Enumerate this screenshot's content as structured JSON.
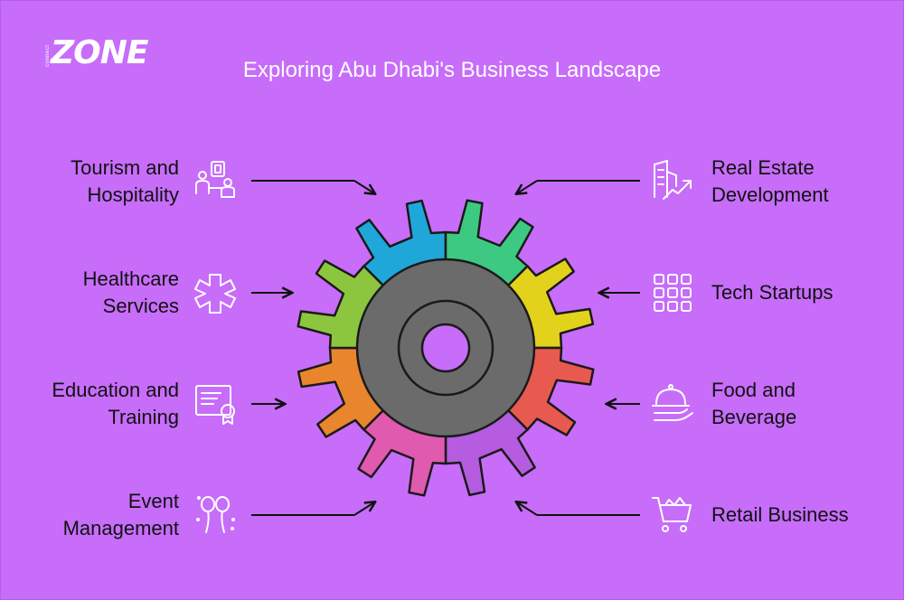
{
  "logo": {
    "small_text": "connect",
    "main_text": "ZONE"
  },
  "title": "Exploring Abu Dhabi's Business Landscape",
  "segments": [
    {
      "id": "tourism",
      "label_line1": "Tourism and",
      "label_line2": "Hospitality",
      "icon": "hotel-reception-icon",
      "color": "#1fa7d9"
    },
    {
      "id": "realestate",
      "label_line1": "Real Estate",
      "label_line2": "Development",
      "icon": "building-growth-icon",
      "color": "#3dc981"
    },
    {
      "id": "tech",
      "label_line1": "Tech Startups",
      "label_line2": "",
      "icon": "circuit-grid-icon",
      "color": "#e3d21c"
    },
    {
      "id": "food",
      "label_line1": "Food and",
      "label_line2": "Beverage",
      "icon": "serving-cloche-icon",
      "color": "#e85a4f"
    },
    {
      "id": "retail",
      "label_line1": "Retail Business",
      "label_line2": "",
      "icon": "shopping-cart-icon",
      "color": "#b65ce0"
    },
    {
      "id": "event",
      "label_line1": "Event",
      "label_line2": "Management",
      "icon": "balloons-icon",
      "color": "#e05ab0"
    },
    {
      "id": "education",
      "label_line1": "Education and",
      "label_line2": "Training",
      "icon": "certificate-icon",
      "color": "#e8852d"
    },
    {
      "id": "healthcare",
      "label_line1": "Healthcare",
      "label_line2": "Services",
      "icon": "medical-cross-icon",
      "color": "#8cc63f"
    }
  ],
  "colors": {
    "background": "#c76df9",
    "hub": "#6b6b6b",
    "outline": "#1a1a1a",
    "hole": "#c76df9"
  }
}
